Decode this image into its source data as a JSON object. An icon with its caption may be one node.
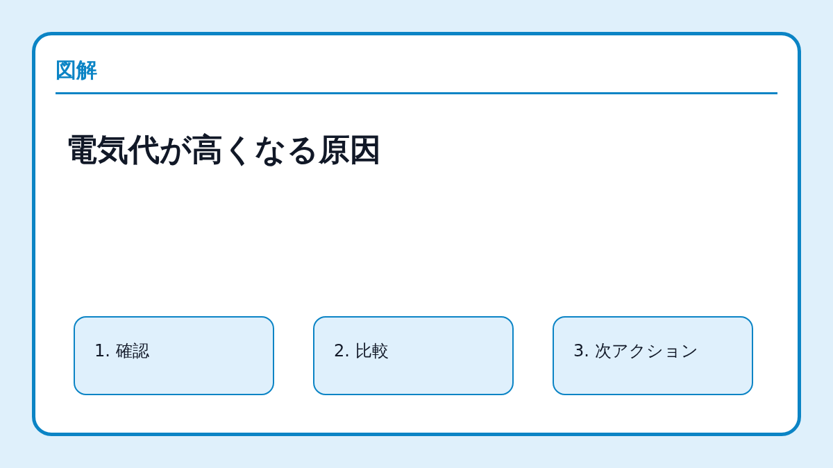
{
  "diagram": {
    "nodes": [
      {
        "text": [
          "図解",
          "電気代が高くなる原因"
        ]
      },
      {
        "text": [
          "1. 確認"
        ],
        "in": 0
      },
      {
        "text": [
          "2. 比較"
        ],
        "in": 0
      },
      {
        "text": [
          "3. 次アクション"
        ],
        "in": 0
      }
    ]
  }
}
